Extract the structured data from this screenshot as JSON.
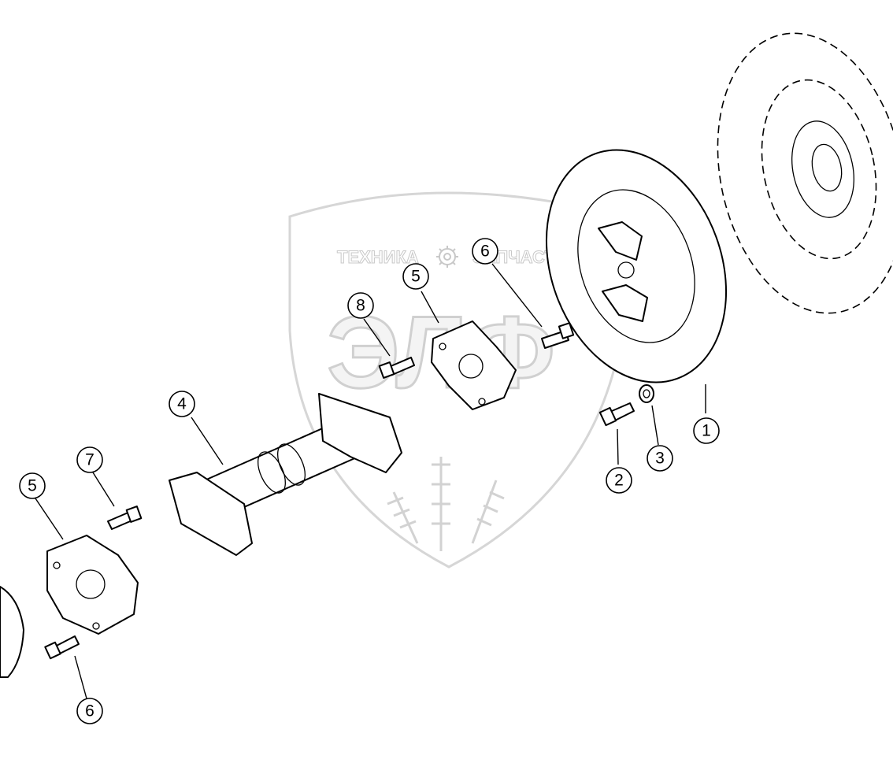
{
  "watermark": {
    "text_left": "ТЕХНИКА",
    "text_right": "ЗАПЧАСТИ",
    "logo_letters": "ЭЛФ",
    "gear_icon": "gear-icon"
  },
  "callouts": [
    {
      "id": "c1",
      "label": "1"
    },
    {
      "id": "c2",
      "label": "2"
    },
    {
      "id": "c3",
      "label": "3"
    },
    {
      "id": "c4",
      "label": "4"
    },
    {
      "id": "c5a",
      "label": "5"
    },
    {
      "id": "c5b",
      "label": "5"
    },
    {
      "id": "c6a",
      "label": "6"
    },
    {
      "id": "c6b",
      "label": "6"
    },
    {
      "id": "c7",
      "label": "7"
    },
    {
      "id": "c8",
      "label": "8"
    }
  ]
}
